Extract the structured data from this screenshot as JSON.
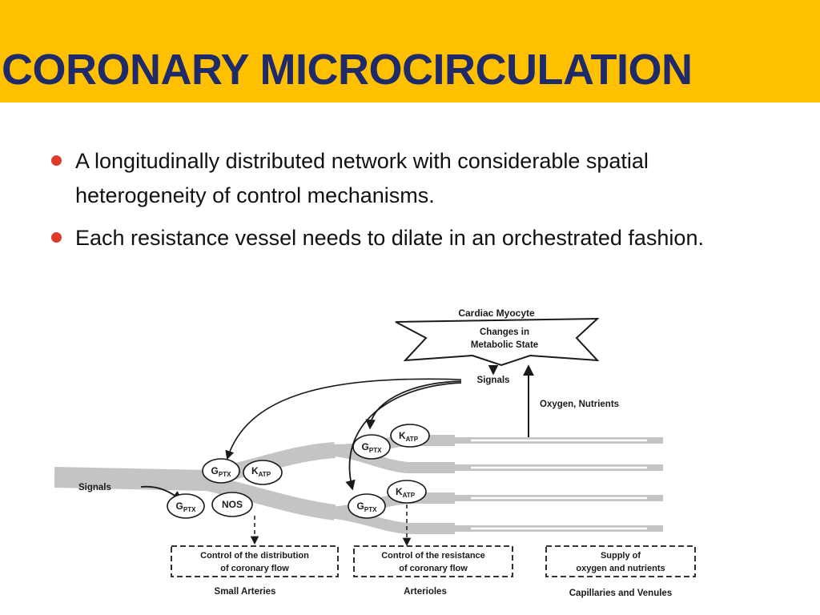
{
  "slide": {
    "title": "CORONARY MICROCIRCULATION",
    "bullets": [
      "A longitudinally distributed network with considerable spatial heterogeneity of control mechanisms.",
      "Each resistance vessel needs to dilate in an orchestrated fashion."
    ],
    "colors": {
      "title_bar": "#FFC000",
      "title_text": "#1F2A6B",
      "bullet": "#E03B2A"
    }
  },
  "diagram": {
    "cardiac_myocyte": "Cardiac Myocyte",
    "star_line1": "Changes in",
    "star_line2": "Metabolic State",
    "signals_top": "Signals",
    "signals_left": "Signals",
    "oxygen_nutrients": "Oxygen, Nutrients",
    "node_gptx": {
      "main": "G",
      "sub": "PTX"
    },
    "node_katp": {
      "main": "K",
      "sub": "ATP"
    },
    "node_nos": "NOS",
    "box_distribution": [
      "Control of the distribution",
      "of coronary flow"
    ],
    "box_resistance": [
      "Control of the resistance",
      "of coronary flow"
    ],
    "box_supply": [
      "Supply of",
      "oxygen and nutrients"
    ],
    "label_small_arteries": "Small Arteries",
    "label_arterioles": "Arterioles",
    "label_capillaries": "Capillaries and Venules"
  }
}
